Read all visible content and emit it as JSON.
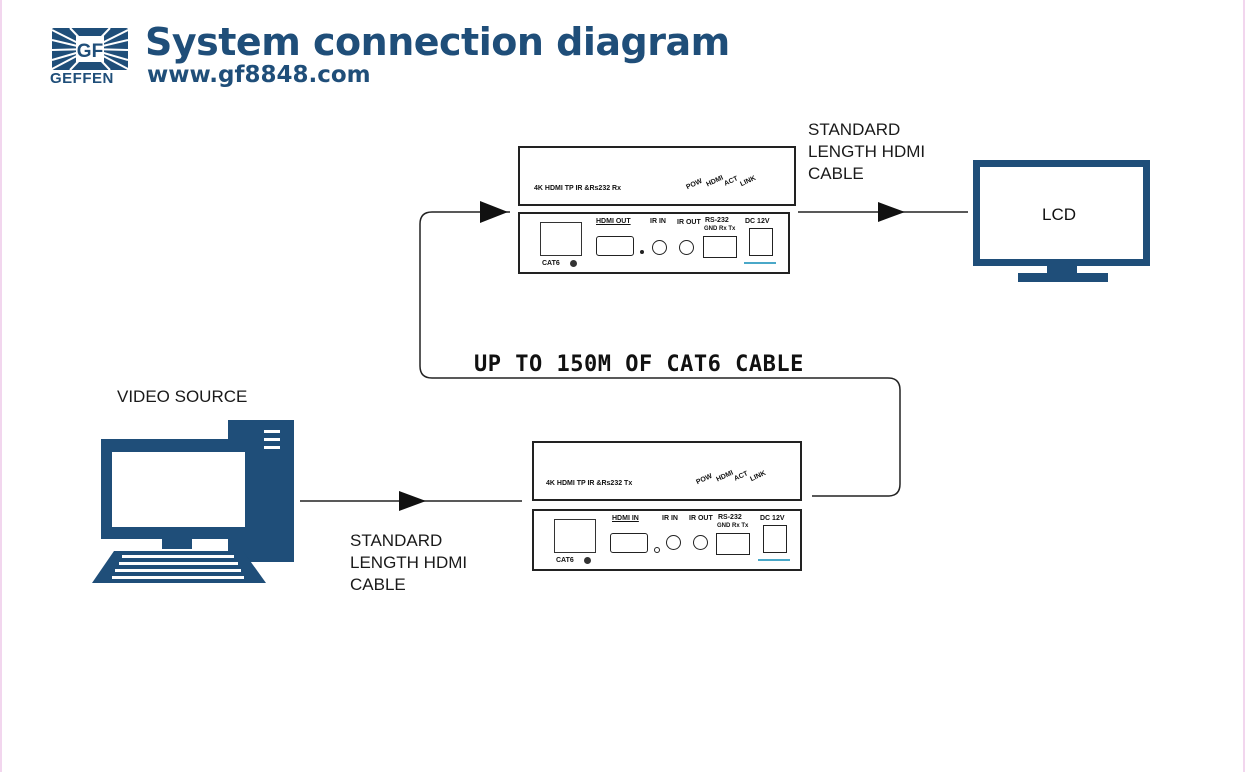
{
  "header": {
    "title": "System connection diagram",
    "website": "www.gf8848.com",
    "logo_text": "GEFFEN",
    "logo_mark": "GF"
  },
  "labels": {
    "video_source": "VIDEO SOURCE",
    "lcd": "LCD",
    "cable_run": "UP TO 150M OF CAT6 CABLE",
    "hdmi_cable_top": [
      "STANDARD",
      "LENGTH HDMI",
      "CABLE"
    ],
    "hdmi_cable_bottom": [
      "STANDARD",
      "LENGTH HDMI",
      "CABLE"
    ]
  },
  "receiver": {
    "model": "4K HDMI TP IR &Rs232 Rx",
    "leds": [
      "POW",
      "HDMI",
      "ACT",
      "LINK"
    ],
    "ports": {
      "hdmi": "HDMI OUT",
      "ir_in": "IR IN",
      "ir_out": "IR OUT",
      "rs232": "RS-232",
      "rs232_pins": "GND Rx Tx",
      "dc": "DC 12V",
      "cat": "CAT6"
    }
  },
  "transmitter": {
    "model": "4K HDMI TP IR &Rs232 Tx",
    "leds": [
      "POW",
      "HDMI",
      "ACT",
      "LINK"
    ],
    "ports": {
      "hdmi": "HDMI IN",
      "ir_in": "IR IN",
      "ir_out": "IR OUT",
      "rs232": "RS-232",
      "rs232_pins": "GND Rx Tx",
      "dc": "DC 12V",
      "cat": "CAT6"
    }
  },
  "colors": {
    "brand": "#1f4e79",
    "device_icon": "#1f4e79",
    "line": "#222222"
  },
  "icons": {
    "logo": "geffen-logo-icon",
    "computer": "desktop-computer-icon",
    "monitor": "lcd-monitor-icon"
  }
}
